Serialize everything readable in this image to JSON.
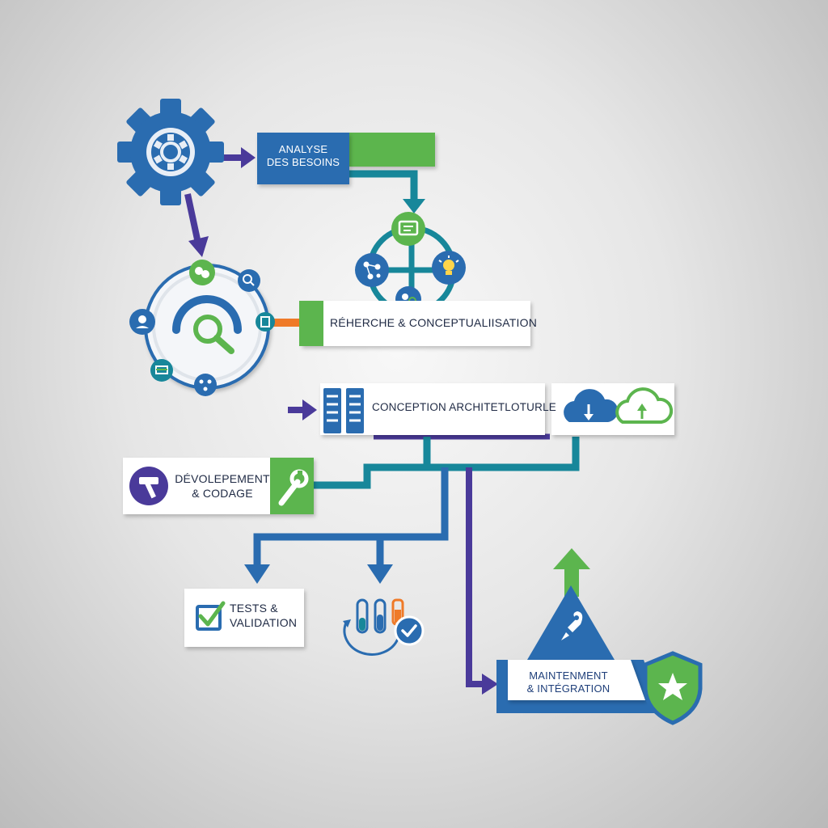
{
  "colors": {
    "blue": "#2a6cb0",
    "teal": "#17879a",
    "green": "#5cb54e",
    "purple": "#4a3a9a",
    "orange": "#ef7a28",
    "text": "#1f2a44"
  },
  "steps": {
    "analyse": {
      "line1": "ANALYSE",
      "line2": "DES BESOINS"
    },
    "recherche": {
      "label": "RÉHERCHE & CONCEPTUALIISATION"
    },
    "conception": {
      "label": "CONCEPTION ARCHITETLOTURLE"
    },
    "developpement": {
      "line1": "DÉVOLEPEMENT",
      "line2": "& CODAGE"
    },
    "tests": {
      "line1": "TESTS &",
      "line2": "VALIDATION"
    },
    "maintenance": {
      "line1": "MAINTENMENT",
      "line2": "& INTÉGRATION"
    }
  },
  "icons": [
    "gear-icon",
    "network-hub-icon",
    "magnifier-icon",
    "server-rack-icon",
    "cloud-download-icon",
    "cloud-upload-icon",
    "hammer-icon",
    "wrench-icon",
    "checkbox-icon",
    "test-tubes-icon",
    "rocket-icon",
    "shield-star-icon",
    "arrow-up-icon"
  ]
}
